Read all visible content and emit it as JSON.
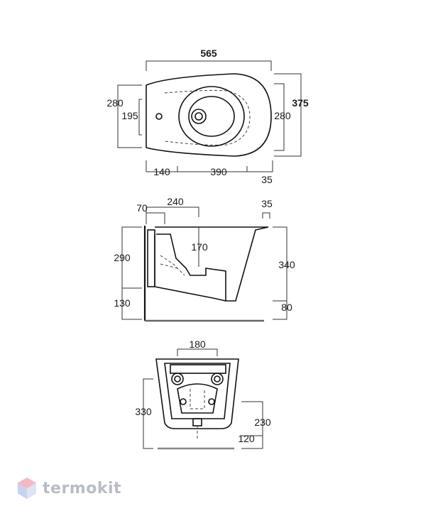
{
  "top_view": {
    "overall_length": "565",
    "overall_width": "375",
    "width_left": "280",
    "width_right": "280",
    "hole_offset": "195",
    "seg_front": "140",
    "seg_mid": "390",
    "seg_back": "35"
  },
  "side_view": {
    "wall_offset": "70",
    "bracket_span": "240",
    "rim_offset": "35",
    "outlet_height": "170",
    "upper_height": "290",
    "floor_gap": "130",
    "total_height": "340",
    "foot_height": "80"
  },
  "rear_view": {
    "fixing_spacing": "180",
    "height": "330",
    "drain_height": "230",
    "drain_floor": "120"
  },
  "brand": {
    "name": "termokit",
    "color": "#b8bcc4"
  }
}
